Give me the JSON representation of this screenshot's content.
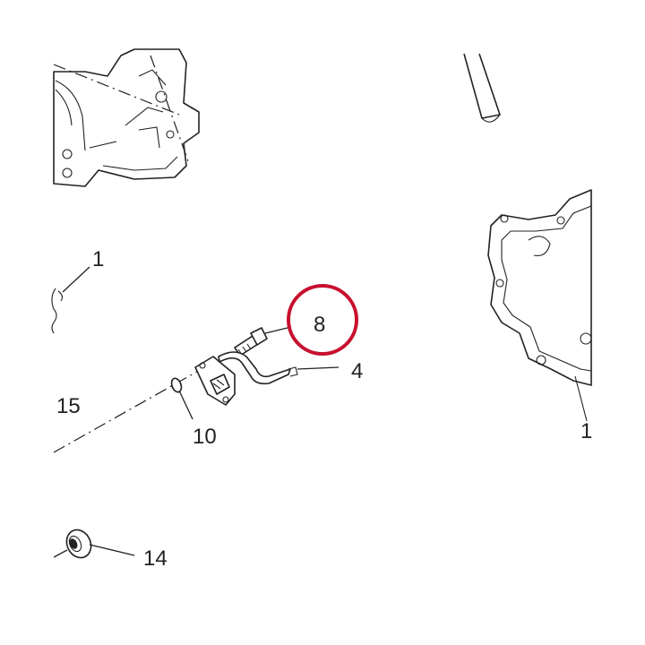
{
  "labels": {
    "l1_left": "1",
    "l8": "8",
    "l4": "4",
    "l15": "15",
    "l10": "10",
    "l14": "14",
    "l1_right": "1"
  },
  "highlight": {
    "part": "8",
    "color": "#c8102e"
  },
  "colors": {
    "ink": "#222222",
    "background": "#ffffff"
  }
}
